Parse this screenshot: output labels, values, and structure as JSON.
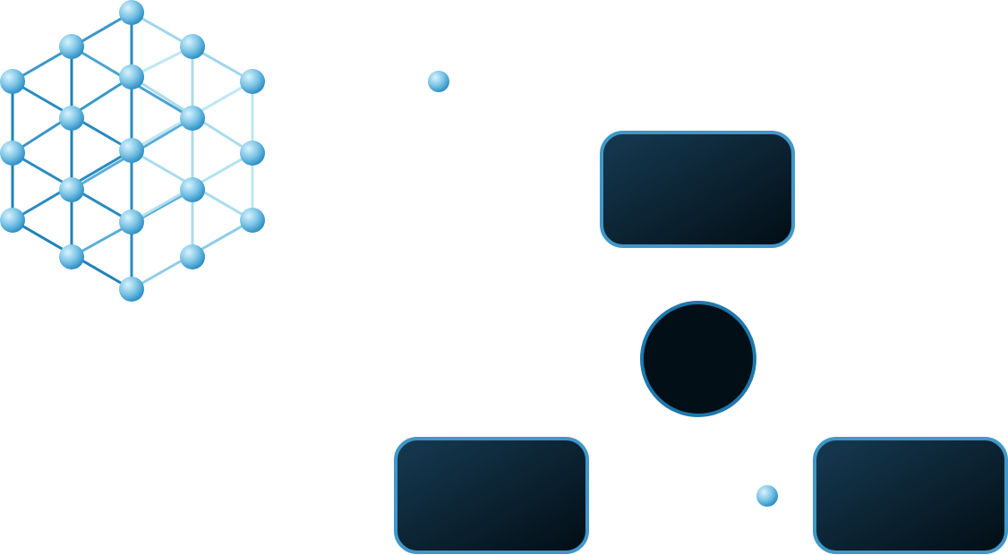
{
  "diagram": {
    "colors": {
      "background": "#ffffff",
      "box_fill_start": "#163a52",
      "box_fill_end": "#020d14",
      "box_border": "#3f98c9",
      "circle_fill": "#020f17",
      "circle_border": "#1d78ad",
      "sphere_light": "#c8ecfa",
      "sphere_dark": "#2c8fc4",
      "lattice_edge_dark": "#1f82b8",
      "lattice_edge_light": "#bfe6f3"
    },
    "icons": [
      "lattice-cube-icon",
      "connector-dot-icon"
    ],
    "nodes": [
      {
        "id": "box-top",
        "shape": "rounded-rect",
        "label": ""
      },
      {
        "id": "center-circle",
        "shape": "circle",
        "label": ""
      },
      {
        "id": "box-bottom-left",
        "shape": "rounded-rect",
        "label": ""
      },
      {
        "id": "box-bottom-right",
        "shape": "rounded-rect",
        "label": ""
      }
    ],
    "dots": [
      {
        "id": "dot-top-left"
      },
      {
        "id": "dot-bottom-right"
      }
    ]
  }
}
